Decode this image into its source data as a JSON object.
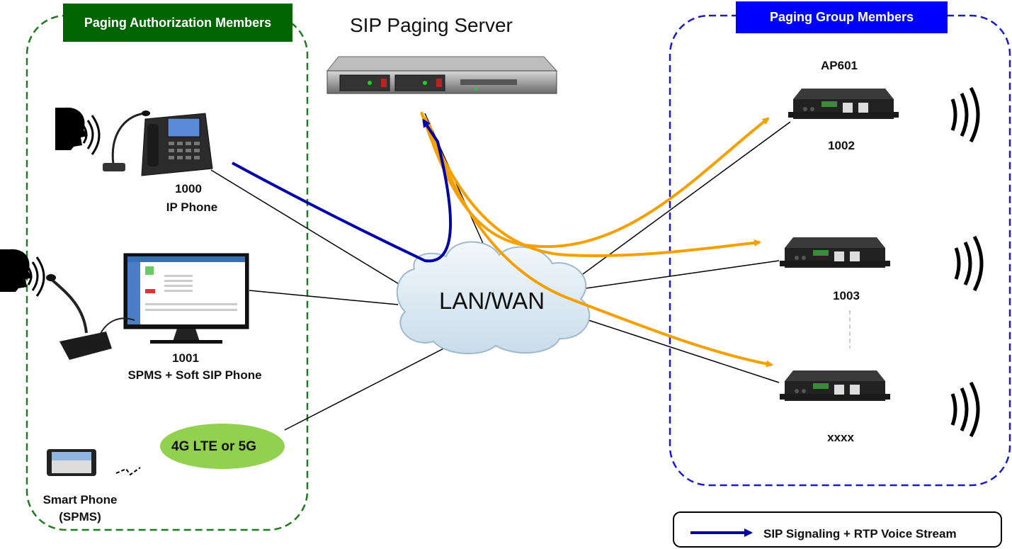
{
  "server": {
    "title": "SIP Paging Server"
  },
  "network": {
    "label": "LAN/WAN"
  },
  "auth_group": {
    "title": "Paging Authorization Members",
    "color": "#006400",
    "members": [
      {
        "ext": "1000",
        "name": "IP Phone"
      },
      {
        "ext": "1001",
        "name": "SPMS +  Soft SIP Phone"
      },
      {
        "name": "Smart Phone",
        "sub": "(SPMS)"
      }
    ],
    "cellular": "4G LTE or 5G"
  },
  "paging_group": {
    "title": "Paging Group Members",
    "color": "#0000ff",
    "model": "AP601",
    "members": [
      "1002",
      "1003",
      "xxxx"
    ]
  },
  "legend": {
    "label": "SIP Signaling + RTP Voice Stream",
    "color": "#0000aa"
  },
  "colors": {
    "rtp_stream": "#f5a000",
    "cloud": "#d9e8f3",
    "pill": "#92d050"
  }
}
